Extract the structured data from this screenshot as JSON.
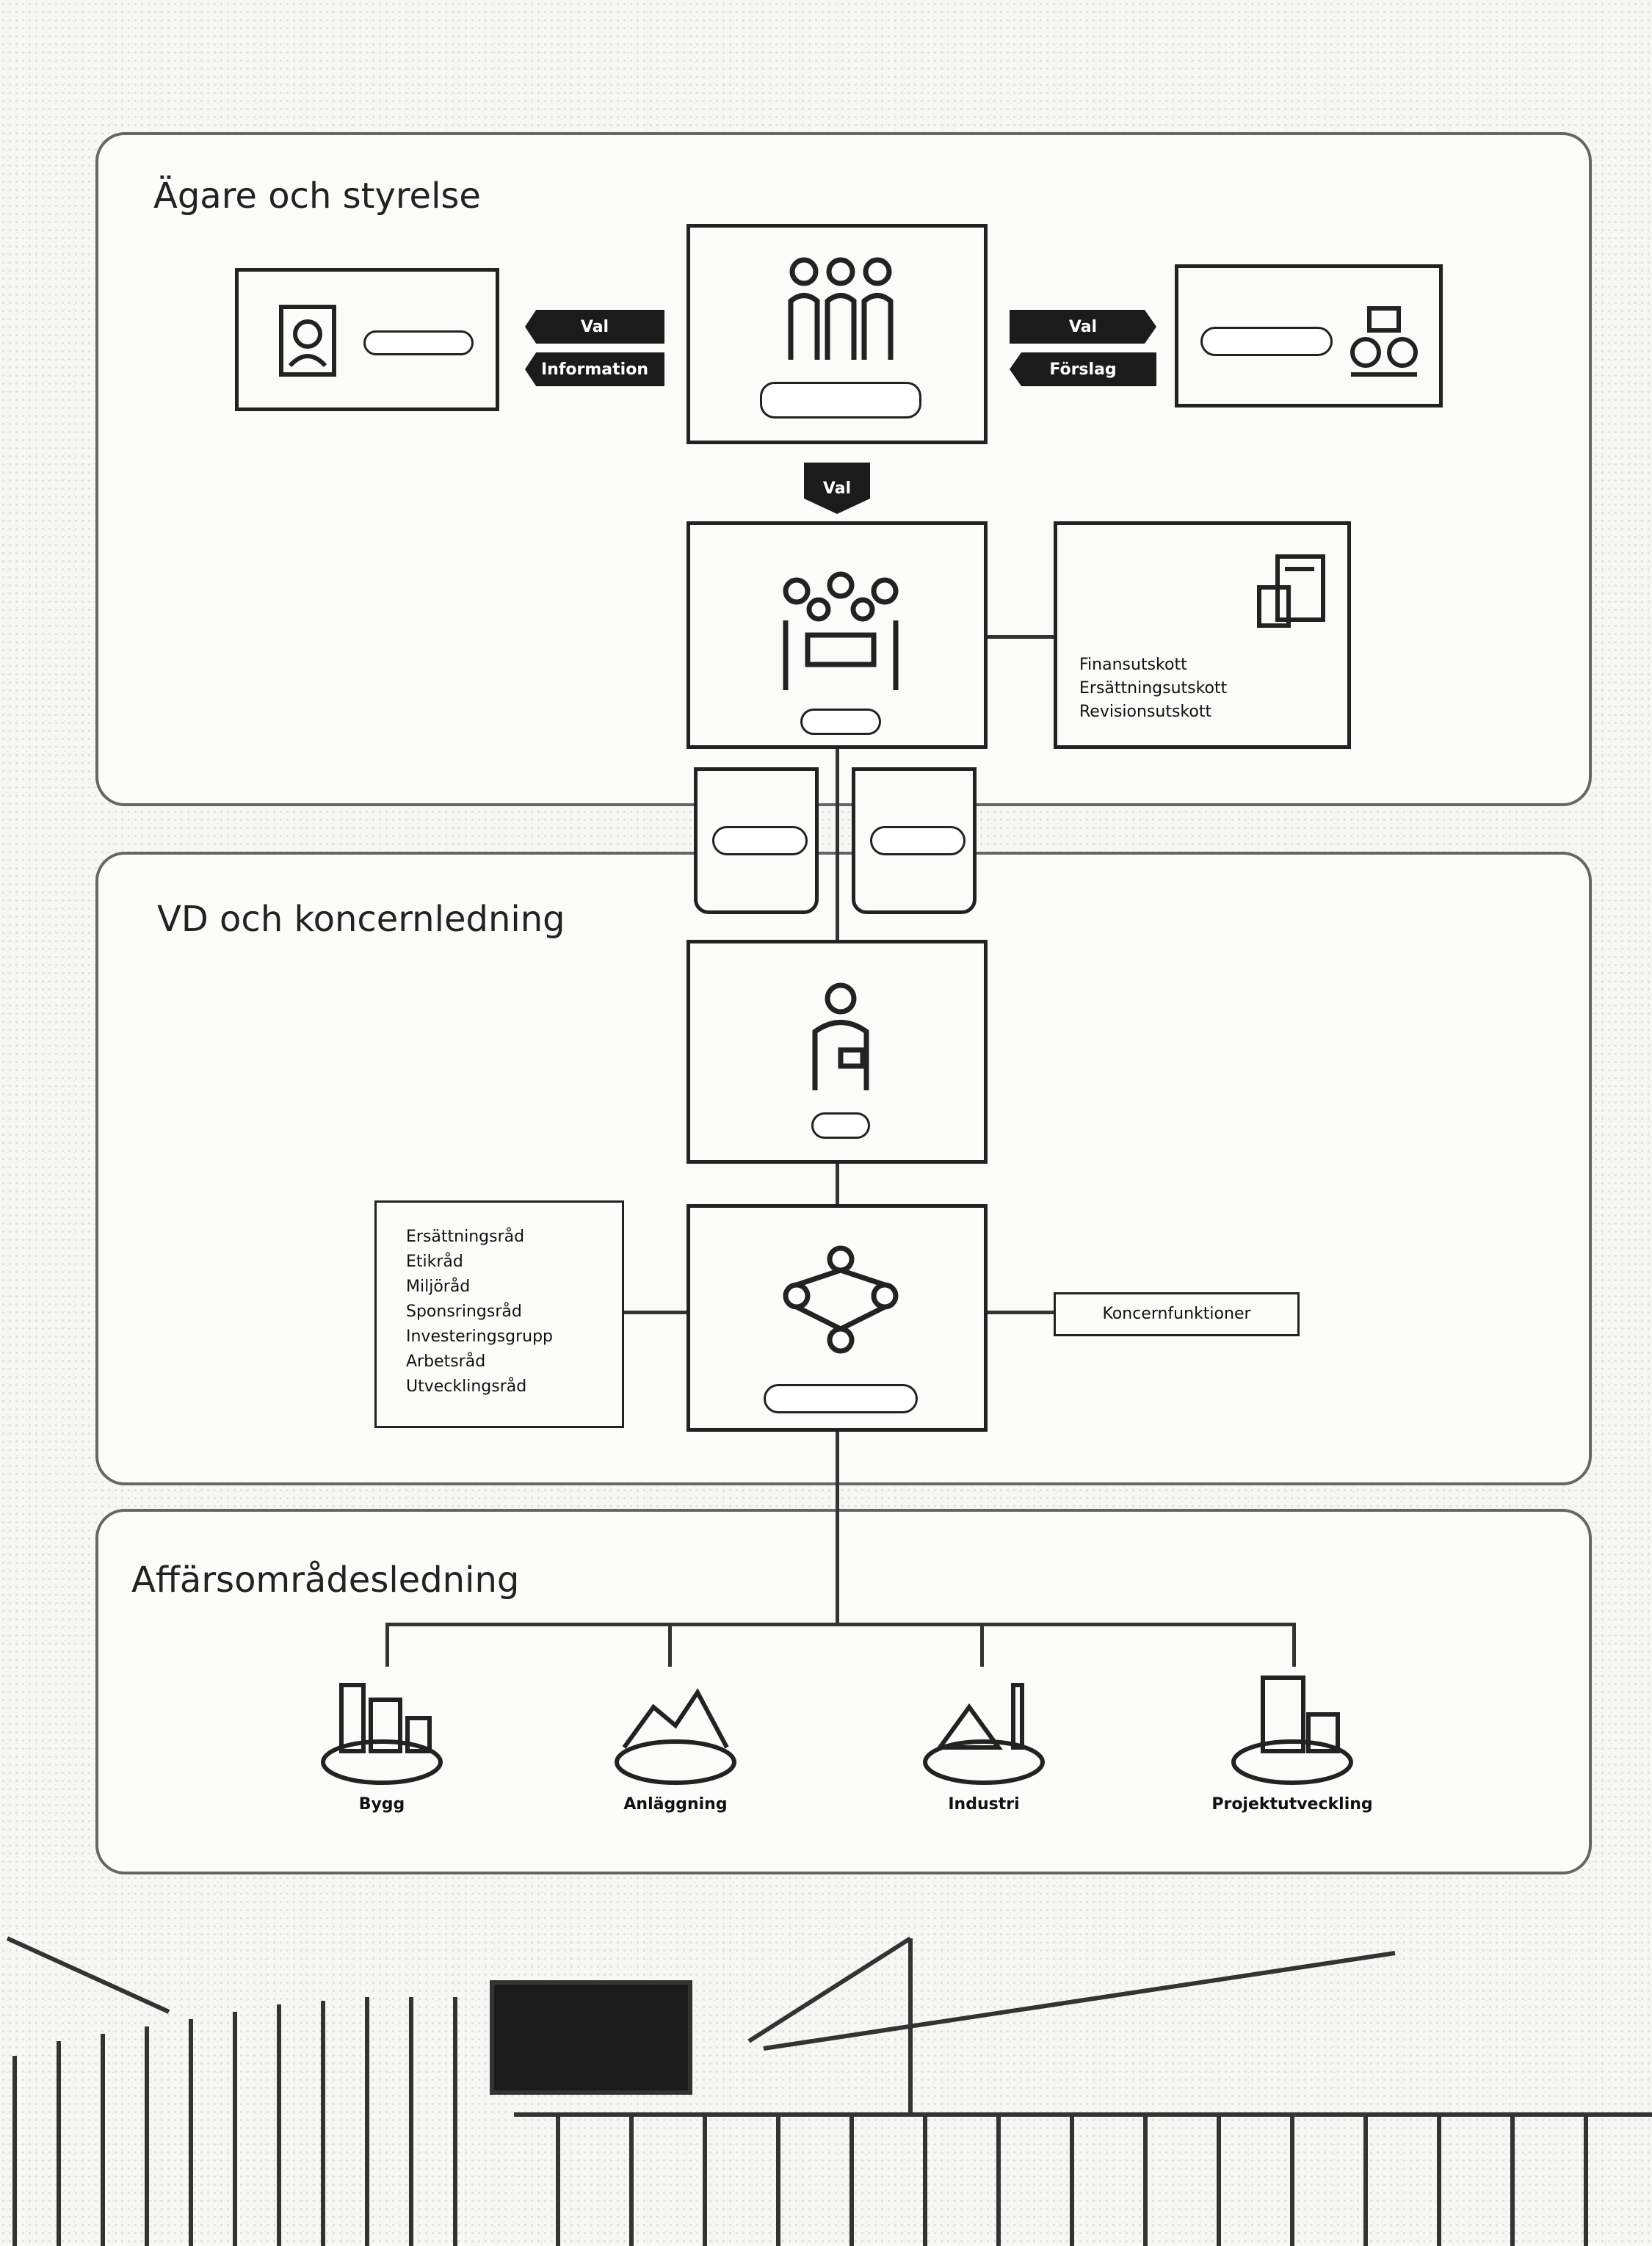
{
  "sections": {
    "owners": {
      "title": "Ägare och styrelse"
    },
    "management": {
      "title": "VD och koncernledning"
    },
    "business": {
      "title": "Affärsområdesledning"
    }
  },
  "arrows": {
    "val": "Val",
    "information": "Information",
    "val_right": "Val",
    "forslag": "Förslag",
    "val_down": "Val"
  },
  "audit_list": [
    "Finansutskott",
    "Ersättningsutskott",
    "Revisionsutskott"
  ],
  "council_list": [
    "Ersättningsråd",
    "Etikråd",
    "Miljöråd",
    "Sponsringsråd",
    "Investeringsgrupp",
    "Arbetsråd",
    "Utvecklingsråd"
  ],
  "functions_label": "Koncernfunktioner",
  "business_units": [
    "Bygg",
    "Anläggning",
    "Industri",
    "Projektutveckling"
  ],
  "icons": {
    "shareholders": "shareholder-icon",
    "board": "board-icon",
    "nomination": "nomination-icon",
    "ceo_team": "meeting-icon",
    "ceo": "ceo-icon",
    "management_team": "network-icon",
    "audit": "document-calculator-icon"
  }
}
